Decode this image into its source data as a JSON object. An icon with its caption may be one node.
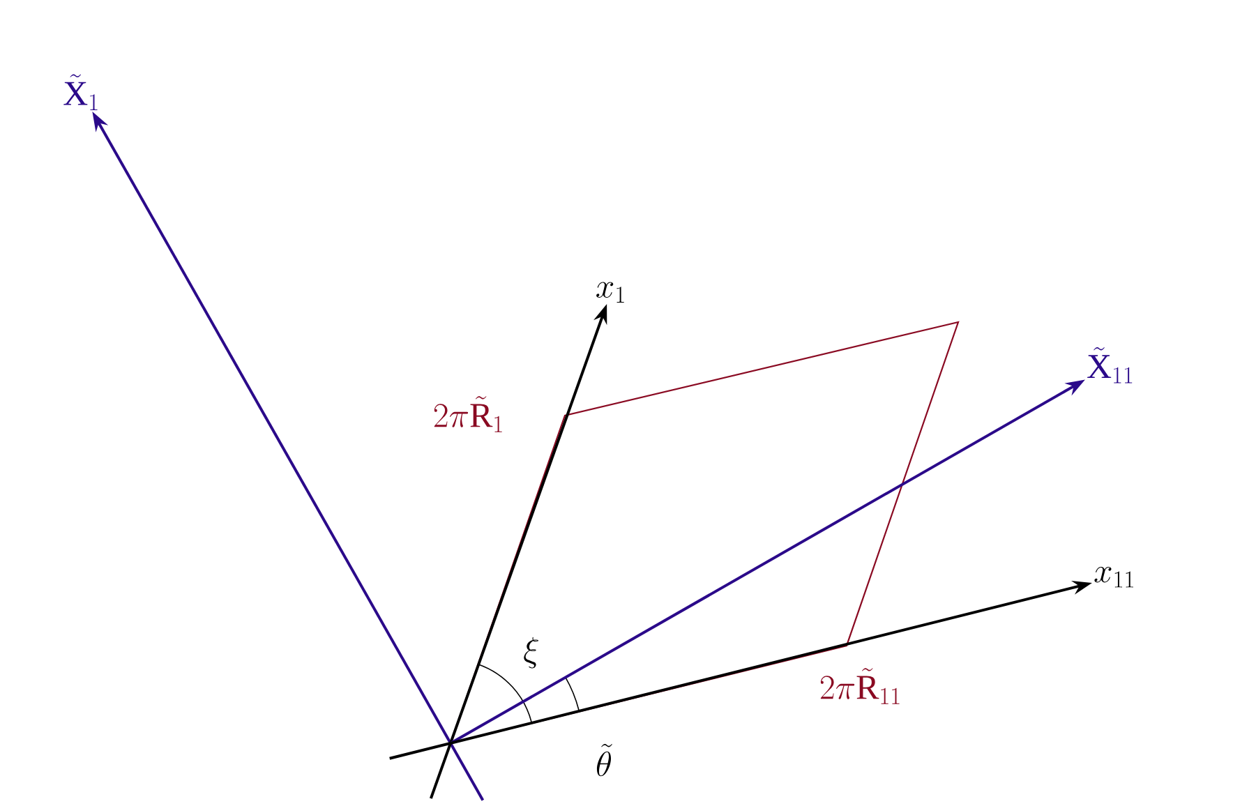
{
  "diagram": {
    "nodes": [
      {
        "text": [
          "\\tilde{\\mathrm{X}}_1"
        ]
      },
      {
        "text": [
          "x_1"
        ]
      },
      {
        "text": [
          "\\tilde{\\mathrm{X}}_{11}"
        ]
      },
      {
        "text": [
          "x_{11}"
        ]
      }
    ],
    "edges": [
      {
        "from": null,
        "to": 0,
        "arrow": "to",
        "color": "#2b0a8a"
      },
      {
        "from": null,
        "to": 1,
        "arrow": "to",
        "color": "#000000"
      },
      {
        "from": null,
        "to": 2,
        "arrow": "to",
        "color": "#2b0a8a"
      },
      {
        "from": null,
        "to": 3,
        "arrow": "to",
        "color": "#000000"
      }
    ],
    "labels": [
      "2\\pi\\tilde{\\mathrm{R}}_1",
      "2\\pi\\tilde{\\mathrm{R}}_{11}",
      "\\xi",
      "\\tilde{\\theta}"
    ]
  }
}
